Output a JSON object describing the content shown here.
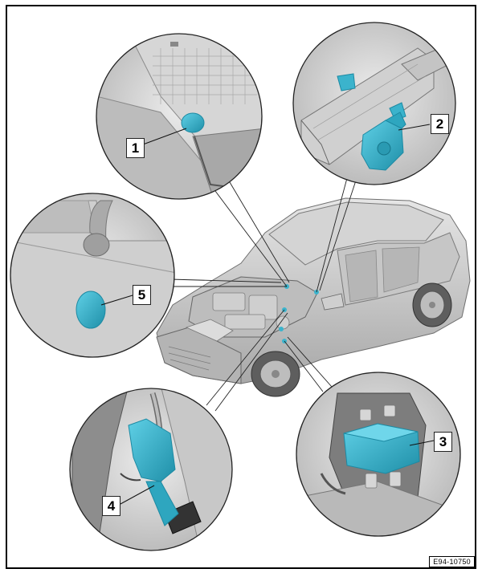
{
  "callouts": [
    {
      "number": "1"
    },
    {
      "number": "2"
    },
    {
      "number": "3"
    },
    {
      "number": "4"
    },
    {
      "number": "5"
    }
  ],
  "figure_code": "E94-10750",
  "colors": {
    "highlight": "#3bb3cc",
    "highlight_dark": "#1d8aa3",
    "metal": "#c9c9c9",
    "shade": "#9e9e9e",
    "line": "#222222"
  }
}
